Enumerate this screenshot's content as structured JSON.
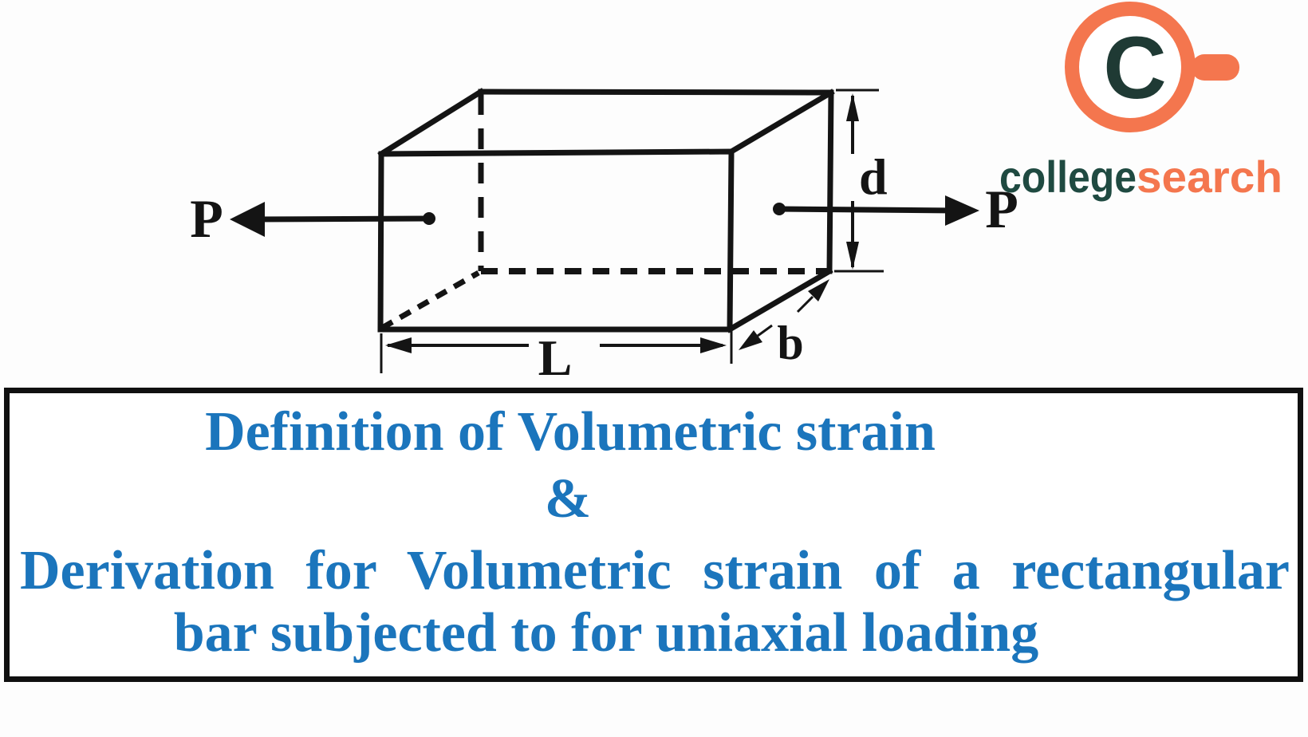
{
  "diagram": {
    "force_label_left": "P",
    "force_label_right": "P",
    "dim_length_label": "L",
    "dim_depth_label": "b",
    "dim_height_label": "d"
  },
  "logo": {
    "icon_letter": "C",
    "text_primary": "college",
    "text_secondary": "search"
  },
  "caption": {
    "line1": "Definition of Volumetric strain",
    "line2": "&",
    "line3": "Derivation for Volumetric strain of a rectangular",
    "line4": "bar subjected to for uniaxial loading"
  },
  "colors": {
    "caption_blue": "#1B75BC",
    "line_black": "#141414",
    "logo_orange": "#F4764E",
    "logo_c_dark": "#1F3A34",
    "logo_text_dark": "#1F4A41",
    "caption_border": "#101010"
  }
}
